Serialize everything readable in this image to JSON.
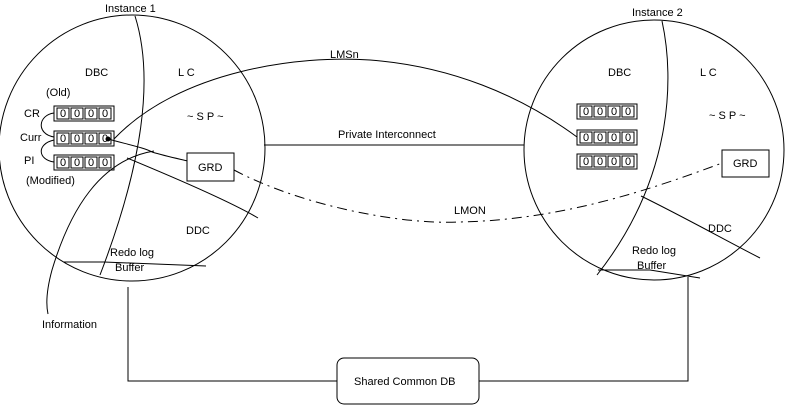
{
  "instance1": {
    "title": "Instance 1",
    "dbc": "DBC",
    "lc": "L C",
    "sp": "~ S P ~",
    "old": "(Old)",
    "cr": "CR",
    "curr": "Curr",
    "pi": "PI",
    "modified": "(Modified)",
    "grd": "GRD",
    "ddc": "DDC",
    "redo_line1": "Redo log",
    "redo_line2": "Buffer",
    "rows": [
      [
        "0",
        "0",
        "0",
        "0"
      ],
      [
        "0",
        "0",
        "0",
        "0"
      ],
      [
        "0",
        "0",
        "0",
        "0"
      ]
    ]
  },
  "instance2": {
    "title": "Instance 2",
    "dbc": "DBC",
    "lc": "L C",
    "sp": "~ S P ~",
    "grd": "GRD",
    "ddc": "DDC",
    "redo_line1": "Redo log",
    "redo_line2": "Buffer",
    "rows": [
      [
        "0",
        "0",
        "0",
        "0"
      ],
      [
        "0",
        "0",
        "0",
        "0"
      ],
      [
        "0",
        "0",
        "0",
        "0"
      ]
    ]
  },
  "links": {
    "lmsn": "LMSn",
    "private_interconnect": "Private Interconnect",
    "lmon": "LMON"
  },
  "information": "Information",
  "shared_db": "Shared Common DB"
}
